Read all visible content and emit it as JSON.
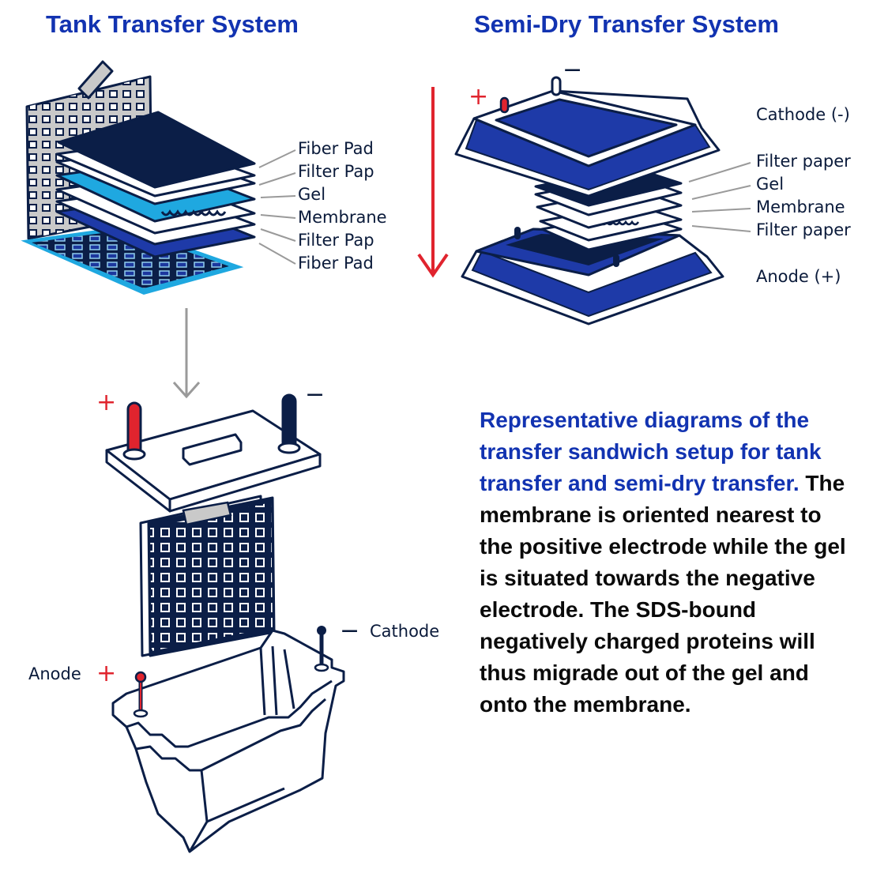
{
  "titles": {
    "tank": "Tank Transfer System",
    "semi_dry": "Semi-Dry Transfer System"
  },
  "tank_layers": [
    "Fiber Pad",
    "Filter Pap",
    "Gel",
    "Membrane",
    "Filter Pap",
    "Fiber Pad"
  ],
  "semi_dry_labels": {
    "cathode": "Cathode (-)",
    "layers": [
      "Filter paper",
      "Gel",
      "Membrane",
      "Filter paper"
    ],
    "anode": "Anode (+)"
  },
  "tank_unit_labels": {
    "cathode": "Cathode",
    "anode": "Anode"
  },
  "signs": {
    "plus": "+",
    "minus": "−"
  },
  "description": {
    "highlight": "Representative diagrams of the transfer sandwich setup for tank transfer and semi-dry transfer.",
    "body": "The membrane is oriented nearest to the positive electrode while the gel is situated towards the negative electrode. The SDS-bound negatively charged proteins will thus migrade out of the gel and onto the membrane."
  },
  "colors": {
    "title_blue": "#1233b1",
    "navy": "#0b1e47",
    "light_blue": "#1fa8e0",
    "royal_blue": "#1e3aa8",
    "red": "#e0242e",
    "gray": "#c9c9c9"
  }
}
